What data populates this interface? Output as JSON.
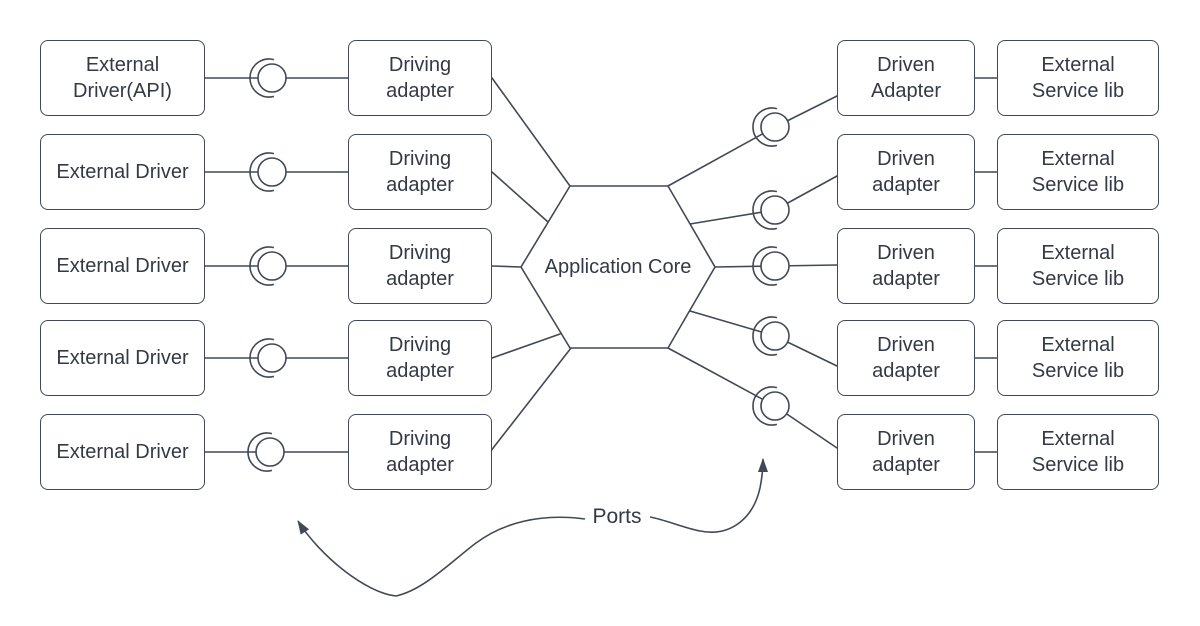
{
  "diagram": {
    "core_label": "Application Core",
    "ports_label": "Ports",
    "drivers": [
      "External Driver(API)",
      "External Driver",
      "External Driver",
      "External Driver",
      "External Driver"
    ],
    "driving_adapters": [
      "Driving adapter",
      "Driving adapter",
      "Driving adapter",
      "Driving adapter",
      "Driving adapter"
    ],
    "driven_adapters": [
      "Driven Adapter",
      "Driven adapter",
      "Driven adapter",
      "Driven adapter",
      "Driven adapter"
    ],
    "services": [
      "External Service lib",
      "External Service lib",
      "External Service lib",
      "External Service lib",
      "External Service lib"
    ],
    "colors": {
      "stroke": "#414956",
      "text": "#333a45",
      "node_fill": "#ffffff",
      "background": "#ffffff"
    }
  }
}
